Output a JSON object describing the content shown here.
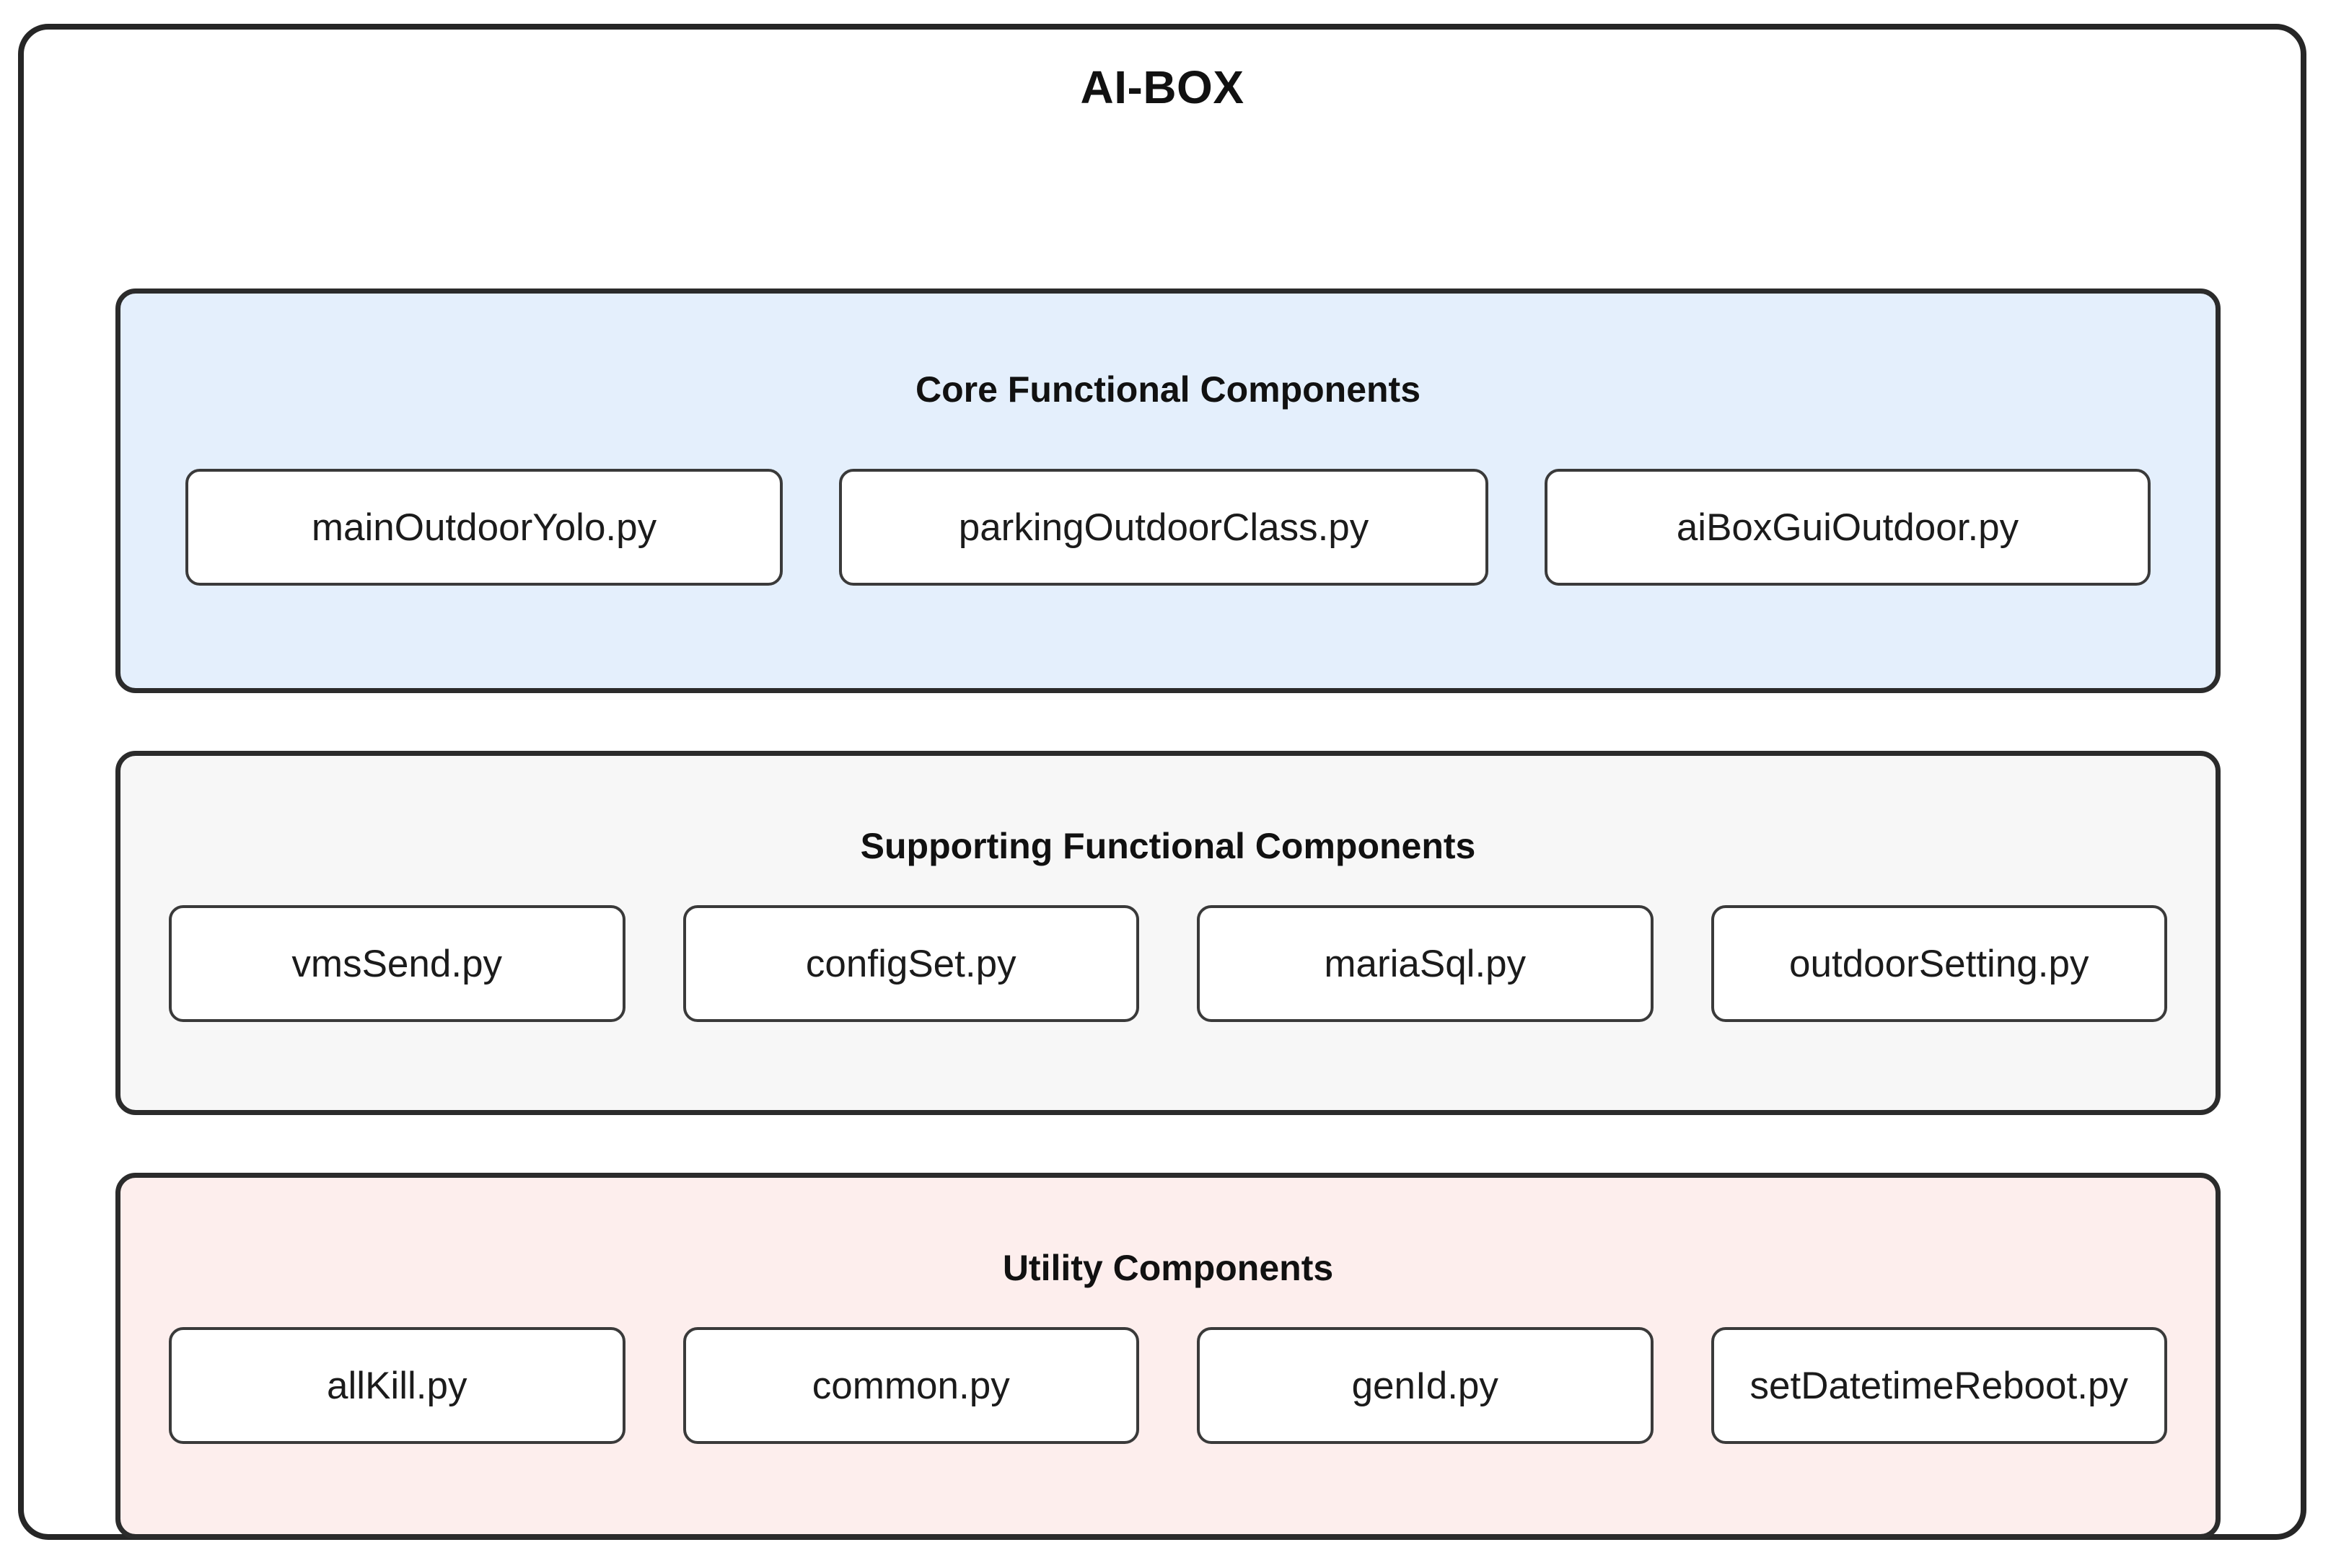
{
  "diagram": {
    "title": "AI-BOX",
    "outer_border_color": "#262626",
    "sections": [
      {
        "id": "core",
        "title": "Core Functional Components",
        "background_color": "#e4effc",
        "components": [
          "mainOutdoorYolo.py",
          "parkingOutdoorClass.py",
          "aiBoxGuiOutdoor.py"
        ]
      },
      {
        "id": "supporting",
        "title": "Supporting Functional Components",
        "background_color": "#f7f7f7",
        "components": [
          "vmsSend.py",
          "configSet.py",
          "mariaSql.py",
          "outdoorSetting.py"
        ]
      },
      {
        "id": "utility",
        "title": "Utility Components",
        "background_color": "#fdeeed",
        "components": [
          "allKill.py",
          "common.py",
          "genId.py",
          "setDatetimeReboot.py"
        ]
      }
    ]
  }
}
